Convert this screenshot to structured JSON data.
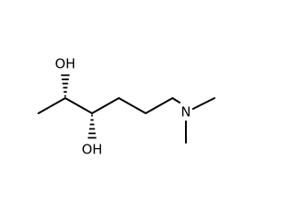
{
  "structure": {
    "atom_labels": {
      "oh_upper": "OH",
      "oh_lower": "OH",
      "nitrogen": "N"
    },
    "bond_color": "#000000",
    "background": "#ffffff",
    "stereo": {
      "c2_oh": "hashed-wedge",
      "c3_oh": "hashed-wedge"
    }
  }
}
